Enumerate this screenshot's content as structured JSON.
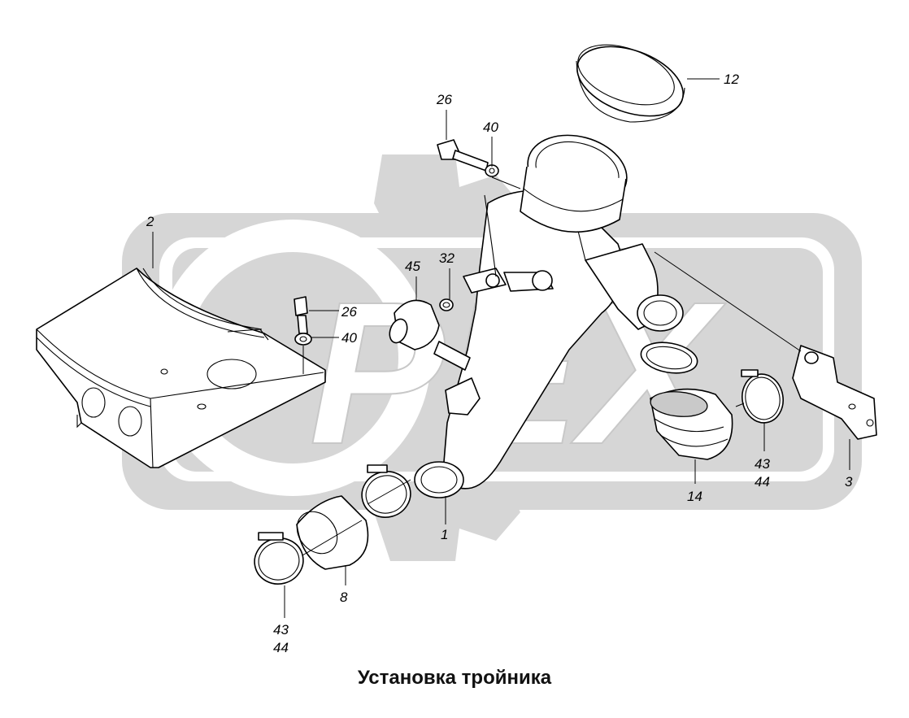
{
  "caption": "Установка тройника",
  "watermark": {
    "text": "PEX",
    "color": "#d6d6d6"
  },
  "callouts": {
    "c1": "1",
    "c2": "2",
    "c3": "3",
    "c8": "8",
    "c12": "12",
    "c14": "14",
    "c26a": "26",
    "c26b": "26",
    "c32": "32",
    "c40a": "40",
    "c40b": "40",
    "c45": "45",
    "c43a": "43",
    "c44a": "44",
    "c43b": "43",
    "c44b": "44"
  }
}
